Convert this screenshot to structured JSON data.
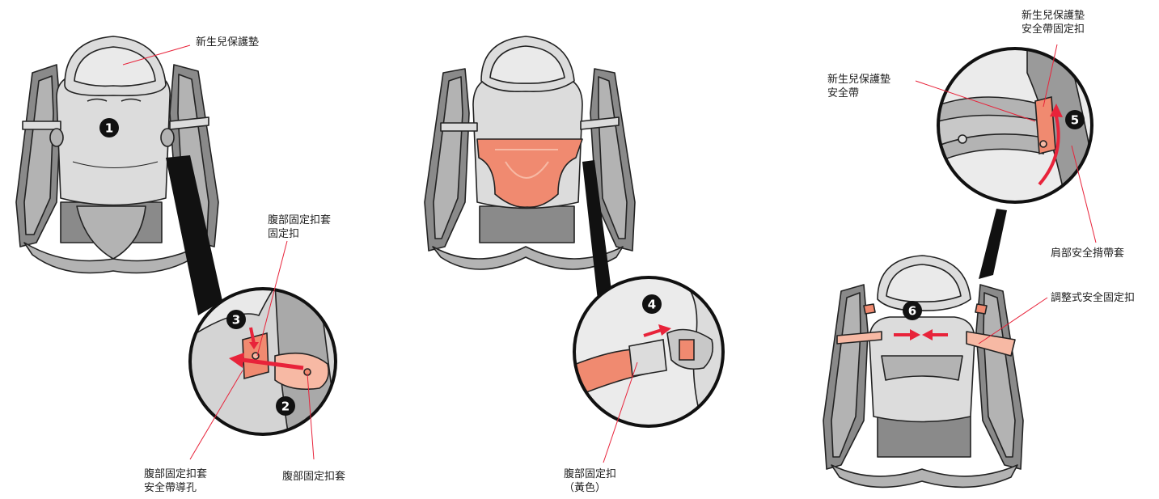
{
  "colors": {
    "accent": "#f08a70",
    "accent_light": "#f7b9a4",
    "gray_dark": "#8a8a8a",
    "gray_mid": "#b3b3b3",
    "gray_light": "#dcdcdc",
    "outline": "#222222",
    "arrow": "#e8233a",
    "leader": "#e8233a"
  },
  "steps": [
    "1",
    "2",
    "3",
    "4",
    "5",
    "6"
  ],
  "labels": {
    "newborn_pad": "新生兒保護墊",
    "waist_sleeve_buckle": "腹部固定扣套\n固定扣",
    "waist_sleeve_guide": "腹部固定扣套\n安全帶導孔",
    "waist_sleeve": "腹部固定扣套",
    "waist_buckle": "腹部固定扣\n（黃色）",
    "pad_strap_buckle": "新生兒保護墊\n安全帶固定扣",
    "pad_strap": "新生兒保護墊\n安全帶",
    "shoulder_sleeve": "肩部安全揹帶套",
    "adjustable_buckle": "調整式安全固定扣"
  }
}
